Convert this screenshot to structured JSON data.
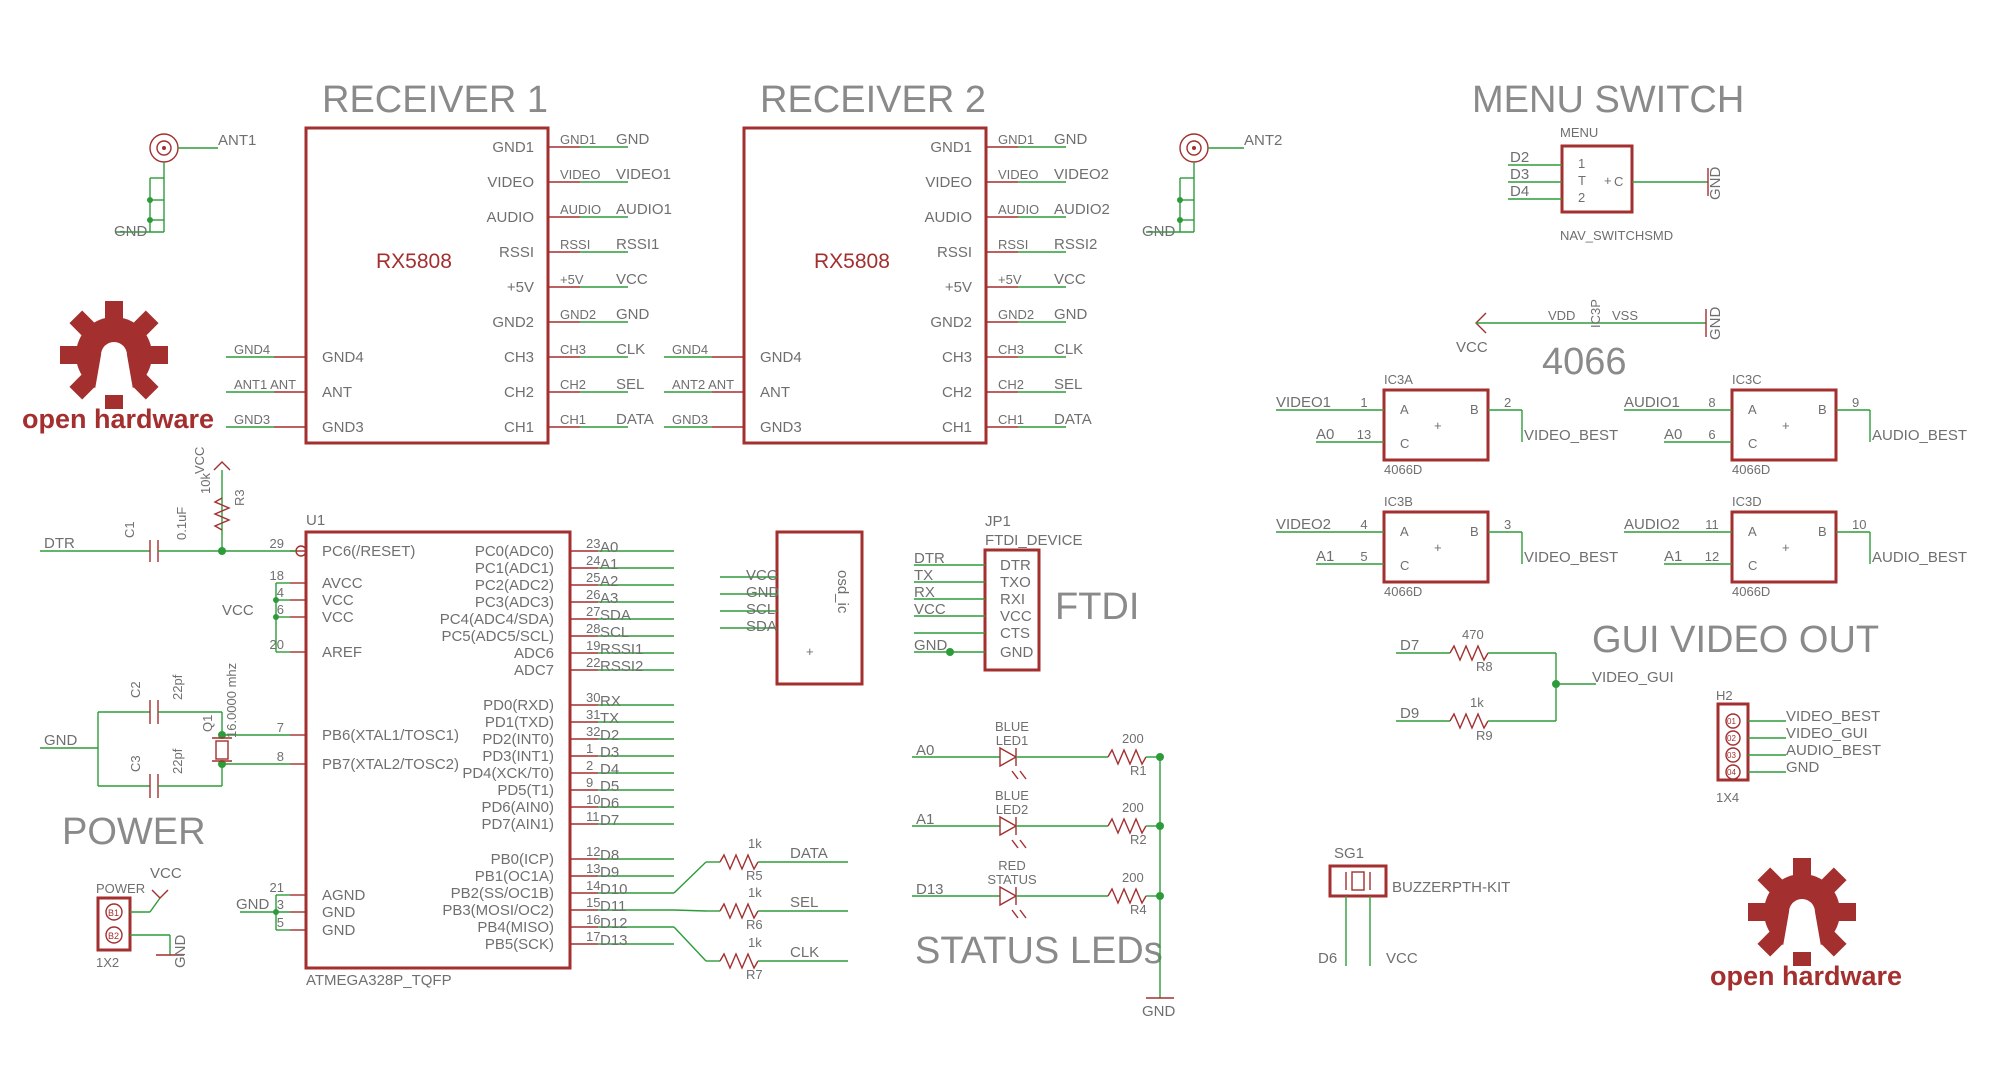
{
  "sections": {
    "receiver1": "RECEIVER 1",
    "receiver2": "RECEIVER 2",
    "menu_switch": "MENU SWITCH",
    "ftdi": "FTDI",
    "gui_video_out": "GUI VIDEO OUT",
    "status_leds": "STATUS LEDs",
    "power": "POWER",
    "ic4066": "4066"
  },
  "logo": {
    "text": "open hardware",
    "color": "#a32f2f"
  },
  "colors": {
    "wire": "#2e9b3a",
    "part": "#a32f2f",
    "text": "#6f6f6f"
  },
  "receiver": {
    "device": "RX5808",
    "right_pins": [
      "GND1",
      "VIDEO",
      "AUDIO",
      "RSSI",
      "+5V",
      "GND2",
      "CH3",
      "CH2",
      "CH1"
    ],
    "left_pins": [
      "GND4",
      "ANT",
      "GND3"
    ],
    "r1_right_nets": [
      "GND1",
      "VIDEO",
      "AUDIO",
      "RSSI",
      "+5V",
      "GND2",
      "CH3",
      "CH2",
      "CH1"
    ],
    "r1_right_signals": [
      "GND",
      "VIDEO1",
      "AUDIO1",
      "RSSI1",
      "VCC",
      "GND",
      "CLK",
      "SEL",
      "DATA"
    ],
    "r2_right_signals": [
      "GND",
      "VIDEO2",
      "AUDIO2",
      "RSSI2",
      "VCC",
      "GND",
      "CLK",
      "SEL",
      "DATA"
    ],
    "r1_left_nets": [
      "GND4",
      "ANT1 ANT",
      "GND3"
    ],
    "r2_left_nets": [
      "GND4",
      "ANT2 ANT",
      "GND3"
    ]
  },
  "antennas": {
    "ant1": "ANT1",
    "ant2": "ANT2",
    "gnd": "GND"
  },
  "mcu": {
    "ref": "U1",
    "part": "ATMEGA328P_TQFP",
    "left_pins": [
      {
        "name": "PC6(/RESET)",
        "num": "29"
      },
      {
        "name": "AVCC",
        "num": "18"
      },
      {
        "name": "VCC",
        "num": "4"
      },
      {
        "name": "VCC",
        "num": "6"
      },
      {
        "name": "AREF",
        "num": "20"
      },
      {
        "name": "PB6(XTAL1/TOSC1)",
        "num": "7"
      },
      {
        "name": "PB7(XTAL2/TOSC2)",
        "num": "8"
      },
      {
        "name": "AGND",
        "num": "21"
      },
      {
        "name": "GND",
        "num": "3"
      },
      {
        "name": "GND",
        "num": "5"
      }
    ],
    "right_pins": [
      {
        "name": "PC0(ADC0)",
        "num": "23",
        "net": "A0"
      },
      {
        "name": "PC1(ADC1)",
        "num": "24",
        "net": "A1"
      },
      {
        "name": "PC2(ADC2)",
        "num": "25",
        "net": "A2"
      },
      {
        "name": "PC3(ADC3)",
        "num": "26",
        "net": "A3"
      },
      {
        "name": "PC4(ADC4/SDA)",
        "num": "27",
        "net": "SDA"
      },
      {
        "name": "PC5(ADC5/SCL)",
        "num": "28",
        "net": "SCL"
      },
      {
        "name": "ADC6",
        "num": "19",
        "net": "RSSI1"
      },
      {
        "name": "ADC7",
        "num": "22",
        "net": "RSSI2"
      },
      {
        "name": "PD0(RXD)",
        "num": "30",
        "net": "RX"
      },
      {
        "name": "PD1(TXD)",
        "num": "31",
        "net": "TX"
      },
      {
        "name": "PD2(INT0)",
        "num": "32",
        "net": "D2"
      },
      {
        "name": "PD3(INT1)",
        "num": "1",
        "net": "D3"
      },
      {
        "name": "PD4(XCK/T0)",
        "num": "2",
        "net": "D4"
      },
      {
        "name": "PD5(T1)",
        "num": "9",
        "net": "D5"
      },
      {
        "name": "PD6(AIN0)",
        "num": "10",
        "net": "D6"
      },
      {
        "name": "PD7(AIN1)",
        "num": "11",
        "net": "D7"
      },
      {
        "name": "PB0(ICP)",
        "num": "12",
        "net": "D8"
      },
      {
        "name": "PB1(OC1A)",
        "num": "13",
        "net": "D9"
      },
      {
        "name": "PB2(SS/OC1B)",
        "num": "14",
        "net": "D10"
      },
      {
        "name": "PB3(MOSI/OC2)",
        "num": "15",
        "net": "D11"
      },
      {
        "name": "PB4(MISO)",
        "num": "16",
        "net": "D12"
      },
      {
        "name": "PB5(SCK)",
        "num": "17",
        "net": "D13"
      }
    ]
  },
  "mcu_passives": {
    "dtr": "DTR",
    "c1": "C1",
    "c1_val": "0.1uF",
    "r3": "R3",
    "r3_val": "10k",
    "vcc": "VCC",
    "gnd": "GND",
    "c2": "C2",
    "c3": "C3",
    "c_val": "22pf",
    "q1": "Q1",
    "q1_val": "16.0000 mhz"
  },
  "spi_resistors": [
    {
      "ref": "R5",
      "val": "1k",
      "net": "DATA"
    },
    {
      "ref": "R6",
      "val": "1k",
      "net": "SEL"
    },
    {
      "ref": "R7",
      "val": "1k",
      "net": "CLK"
    }
  ],
  "osd": {
    "pins": [
      "VCC",
      "GND",
      "SCL",
      "SDA"
    ],
    "name": "osd_ic"
  },
  "ftdi_header": {
    "ref": "JP1",
    "part": "FTDI_DEVICE",
    "pins": [
      "DTR",
      "TXO",
      "RXI",
      "VCC",
      "CTS",
      "GND"
    ],
    "nets": [
      "DTR",
      "TX",
      "RX",
      "VCC",
      "",
      "GND"
    ]
  },
  "leds": [
    {
      "color": "BLUE",
      "ref": "LED1",
      "net": "A0",
      "r": "R1",
      "rval": "200"
    },
    {
      "color": "BLUE",
      "ref": "LED2",
      "net": "A1",
      "r": "R2",
      "rval": "200"
    },
    {
      "color": "RED",
      "ref": "STATUS",
      "net": "D13",
      "r": "R4",
      "rval": "200"
    }
  ],
  "leds_gnd": "GND",
  "power": {
    "label": "POWER",
    "pins": [
      "B1",
      "B2"
    ],
    "part": "1X2",
    "vcc": "VCC",
    "gnd": "GND"
  },
  "menu": {
    "title": "MENU",
    "part": "NAV_SWITCHSMD",
    "nets": [
      "D2",
      "D3",
      "D4"
    ],
    "pins": [
      "1",
      "T",
      "2"
    ],
    "common": "C",
    "gnd": "GND"
  },
  "ic4066_power": {
    "vcc": "VCC",
    "vdd": "VDD",
    "vss": "VSS",
    "ref": "IC3P",
    "gnd": "GND"
  },
  "switches": [
    {
      "ref": "IC3A",
      "in": "VIDEO1",
      "ctl": "A0",
      "pa": "1",
      "pc": "13",
      "pb": "2",
      "out": "VIDEO_BEST",
      "part": "4066D"
    },
    {
      "ref": "IC3C",
      "in": "AUDIO1",
      "ctl": "A0",
      "pa": "8",
      "pc": "6",
      "pb": "9",
      "out": "AUDIO_BEST",
      "part": "4066D"
    },
    {
      "ref": "IC3B",
      "in": "VIDEO2",
      "ctl": "A1",
      "pa": "4",
      "pc": "5",
      "pb": "3",
      "out": "VIDEO_BEST",
      "part": "4066D"
    },
    {
      "ref": "IC3D",
      "in": "AUDIO2",
      "ctl": "A1",
      "pa": "11",
      "pc": "12",
      "pb": "10",
      "out": "AUDIO_BEST",
      "part": "4066D"
    }
  ],
  "gui": {
    "d7": "D7",
    "r8": "R8",
    "r8_val": "470",
    "d9": "D9",
    "r9": "R9",
    "r9_val": "1k",
    "out": "VIDEO_GUI"
  },
  "header_out": {
    "ref": "H2",
    "part": "1X4",
    "pins": [
      "01",
      "02",
      "03",
      "04"
    ],
    "nets": [
      "VIDEO_BEST",
      "VIDEO_GUI",
      "AUDIO_BEST",
      "GND"
    ]
  },
  "buzzer": {
    "ref": "SG1",
    "part": "BUZZERPTH-KIT",
    "d6": "D6",
    "vcc": "VCC"
  }
}
